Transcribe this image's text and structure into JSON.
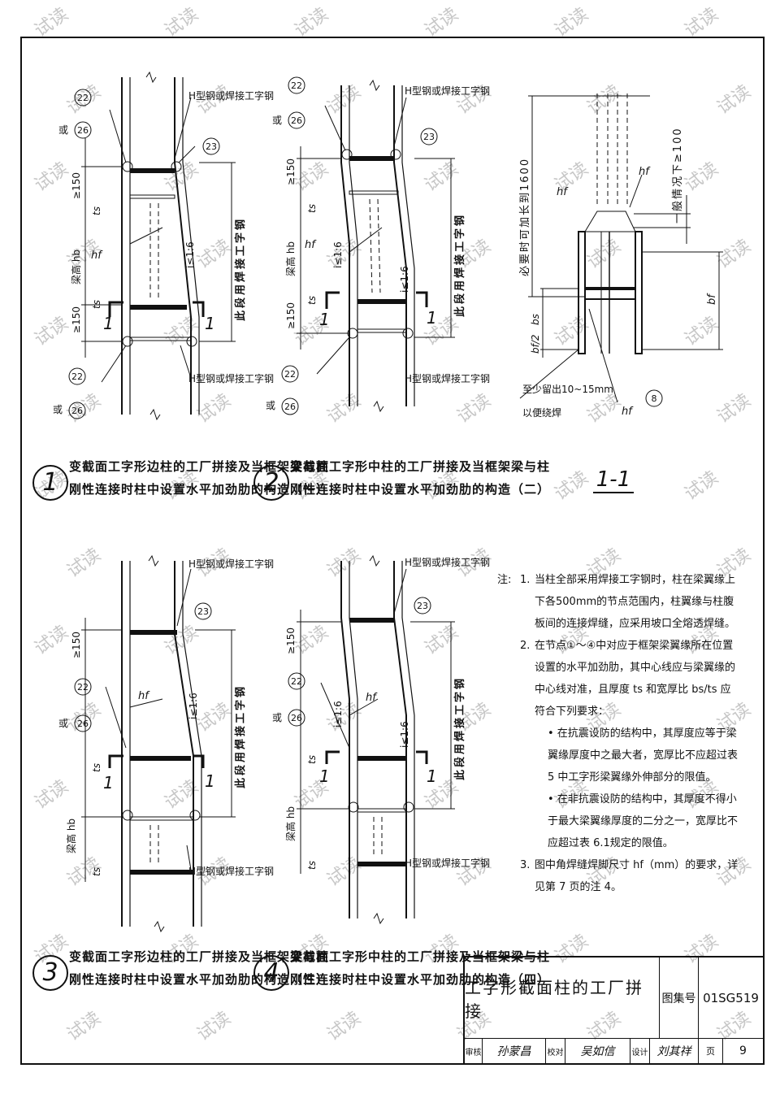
{
  "watermark": "试读",
  "drawings": {
    "d1": {
      "top_note": "H型钢或焊接工字钢",
      "bottom_note": "H型钢或焊接工字钢",
      "side_note": "此段用焊接工字钢",
      "dim_top": "≥150",
      "dim_bot": "≥150",
      "beam_height": "梁高 hb",
      "ts": "ts",
      "hf": "hf",
      "slope": "i≤1:6",
      "weld_22": "22",
      "weld_26": "26",
      "weld_23": "23",
      "or": "或",
      "section": "1"
    },
    "d2": {
      "top_note": "H型钢或焊接工字钢",
      "bottom_note": "H型钢或焊接工字钢",
      "side_note": "此段用焊接工字钢",
      "dim_top": "≥150",
      "dim_bot": "≥150",
      "beam_height": "梁高 hb",
      "ts": "ts",
      "hf": "hf",
      "slope": "i≤1:6",
      "weld_22": "22",
      "weld_26": "26",
      "weld_23": "23",
      "or": "或",
      "section": "1"
    },
    "d3": {
      "top_note": "H型钢或焊接工字钢",
      "bottom_note": "H型钢或焊接工字钢",
      "side_note": "此段用焊接工字钢",
      "dim_top": "≥150",
      "beam_height": "梁高 hb",
      "ts": "ts",
      "hf": "hf",
      "slope": "i≤1:6",
      "weld_22": "22",
      "weld_26": "26",
      "weld_23": "23",
      "or": "或",
      "section": "1"
    },
    "d4": {
      "top_note": "H型钢或焊接工字钢",
      "bottom_note": "H型钢或焊接工字钢",
      "side_note": "此段用焊接工字钢",
      "dim_top": "≥150",
      "beam_height": "梁高 hb",
      "ts": "ts",
      "hf": "hf",
      "slope": "i≤1:6",
      "weld_22": "22",
      "weld_26": "26",
      "weld_23": "23",
      "or": "或",
      "section": "1"
    },
    "section11": {
      "title": "1-1",
      "extend_note": "必要时可加长到1600",
      "general_note": "一般情况下≥100",
      "hf": "hf",
      "bs": "bs",
      "bf_half": "bf/2",
      "bf": "bf",
      "gap_note_1": "至少留出10~15mm",
      "gap_note_2": "以便绕焊",
      "weld_8": "8"
    }
  },
  "captions": [
    {
      "num": "1",
      "line1": "变截面工字形边柱的工厂拼接及当框架梁与柱",
      "line2": "刚性连接时柱中设置水平加劲肋的构造（一）"
    },
    {
      "num": "2",
      "line1": "变截面工字形中柱的工厂拼接及当框架梁与柱",
      "line2": "刚性连接时柱中设置水平加劲肋的构造（二）"
    },
    {
      "num": "3",
      "line1": "变截面工字形边柱的工厂拼接及当框架梁与柱",
      "line2": "刚性连接时柱中设置水平加劲肋的构造（三）"
    },
    {
      "num": "4",
      "line1": "变截面工字形中柱的工厂拼接及当框架梁与柱",
      "line2": "刚性连接时柱中设置水平加劲肋的构造（四）"
    }
  ],
  "notes": {
    "label": "注:",
    "n1_idx": "1.",
    "n1": "当柱全部采用焊接工字钢时，柱在梁翼缘上下各500mm的节点范围内，柱翼缘与柱腹板间的连接焊缝，应采用坡口全熔透焊缝。",
    "n2_idx": "2.",
    "n2": "在节点①～④中对应于框架梁翼缘所在位置设置的水平加劲肋，其中心线应与梁翼缘的中心线对准，且厚度 ts 和宽厚比 bs/ts 应符合下列要求：",
    "b1": "• 在抗震设防的结构中，其厚度应等于梁翼缘厚度中之最大者，宽厚比不应超过表 5 中工字形梁翼缘外伸部分的限值。",
    "b2": "• 在非抗震设防的结构中，其厚度不得小于最大梁翼缘厚度的二分之一，宽厚比不应超过表 6.1规定的限值。",
    "n3_idx": "3.",
    "n3": "图中角焊缝焊脚尺寸 hf（mm）的要求，详见第 7 页的注 4。"
  },
  "titleblock": {
    "title": "工字形截面柱的工厂拼接",
    "atlas_label": "图集号",
    "atlas_no": "01SG519",
    "review_label": "审核",
    "review_name": "孙蒙昌",
    "check_label": "校对",
    "check_name": "吴如信",
    "design_label": "设计",
    "design_name": "刘其祥",
    "page_label": "页",
    "page_no": "9"
  }
}
